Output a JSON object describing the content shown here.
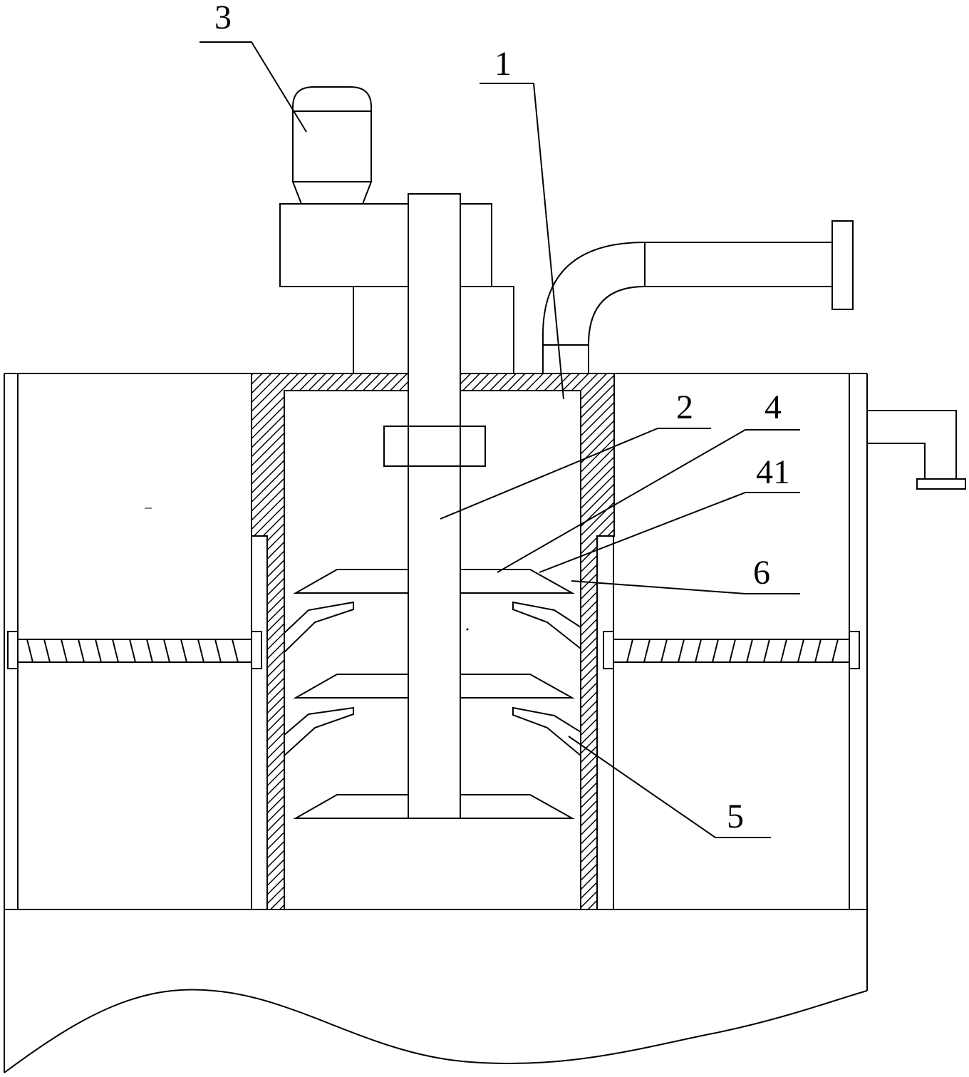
{
  "figure": {
    "callouts": [
      {
        "id": "1",
        "label": "1"
      },
      {
        "id": "2",
        "label": "2"
      },
      {
        "id": "3",
        "label": "3"
      },
      {
        "id": "4",
        "label": "4"
      },
      {
        "id": "41",
        "label": "41"
      },
      {
        "id": "5",
        "label": "5"
      },
      {
        "id": "6",
        "label": "6"
      }
    ]
  },
  "colors": {
    "line": "#000000",
    "background": "#ffffff",
    "hatch": "#000000"
  }
}
